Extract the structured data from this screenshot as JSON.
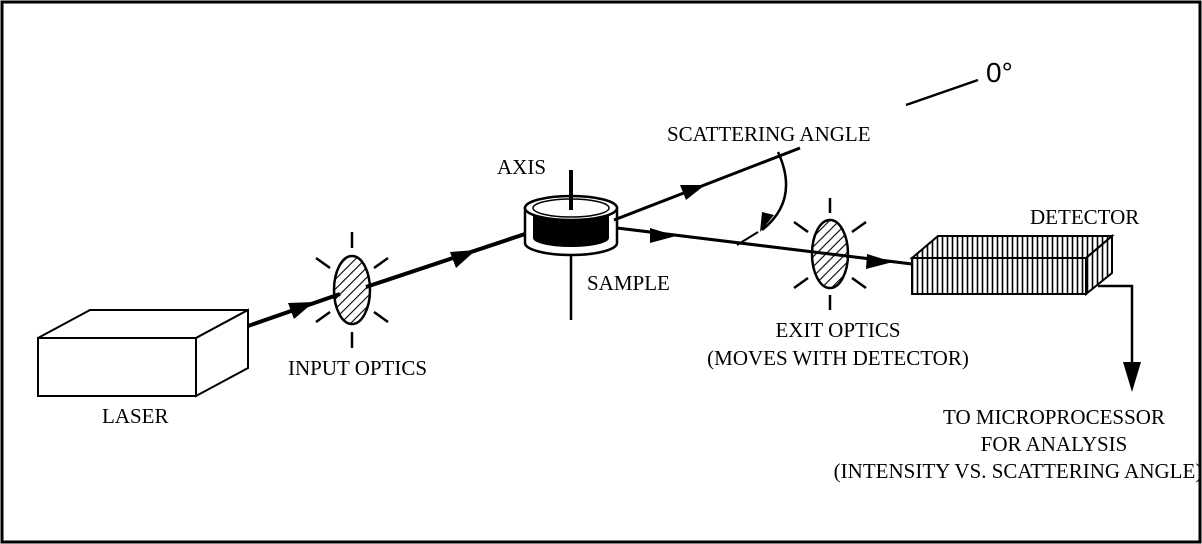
{
  "labels": {
    "zero_degree": "0°",
    "axis": "AXIS",
    "scattering_angle": "SCATTERING ANGLE",
    "detector": "DETECTOR",
    "sample": "SAMPLE",
    "laser": "LASER",
    "input_optics": "INPUT OPTICS",
    "exit_optics_line1": "EXIT OPTICS",
    "exit_optics_line2": "(MOVES WITH DETECTOR)",
    "output_line1": "TO MICROPROCESSOR",
    "output_line2": "FOR ANALYSIS",
    "output_line3": "(INTENSITY VS. SCATTERING ANGLE)"
  }
}
